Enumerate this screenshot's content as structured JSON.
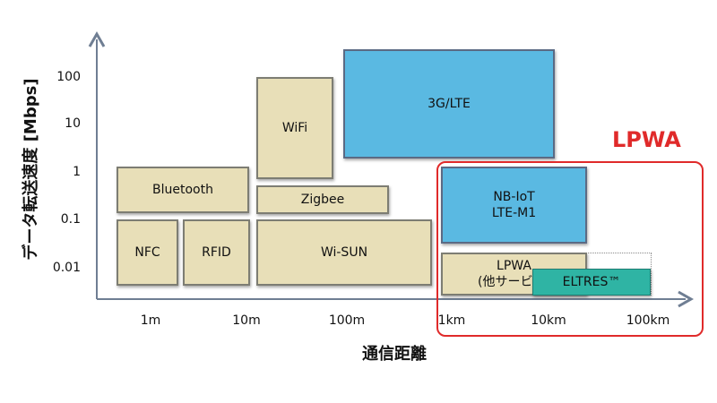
{
  "axes": {
    "y_label": "データ転送速度 [Mbps]",
    "x_label": "通信距離",
    "y_ticks": [
      "100",
      "10",
      "1",
      "0.1",
      "0.01"
    ],
    "x_ticks": [
      "1m",
      "10m",
      "100m",
      "1km",
      "10km",
      "100km"
    ]
  },
  "boxes": {
    "nfc": "NFC",
    "rfid": "RFID",
    "bluetooth": "Bluetooth",
    "wifi": "WiFi",
    "zigbee": "Zigbee",
    "wisun": "Wi-SUN",
    "lte3g": "3G/LTE",
    "nbiot": "NB-IoT\nLTE-M1",
    "lpwa_other": "LPWA\n(他サービス)",
    "eltres": "ELTRES™"
  },
  "highlight": {
    "label": "LPWA",
    "color": "#e02a2a"
  },
  "colors": {
    "tan_fill": "#e8dfb8",
    "blue_fill": "#5ab9e2",
    "teal_fill": "#2fb4a4"
  }
}
